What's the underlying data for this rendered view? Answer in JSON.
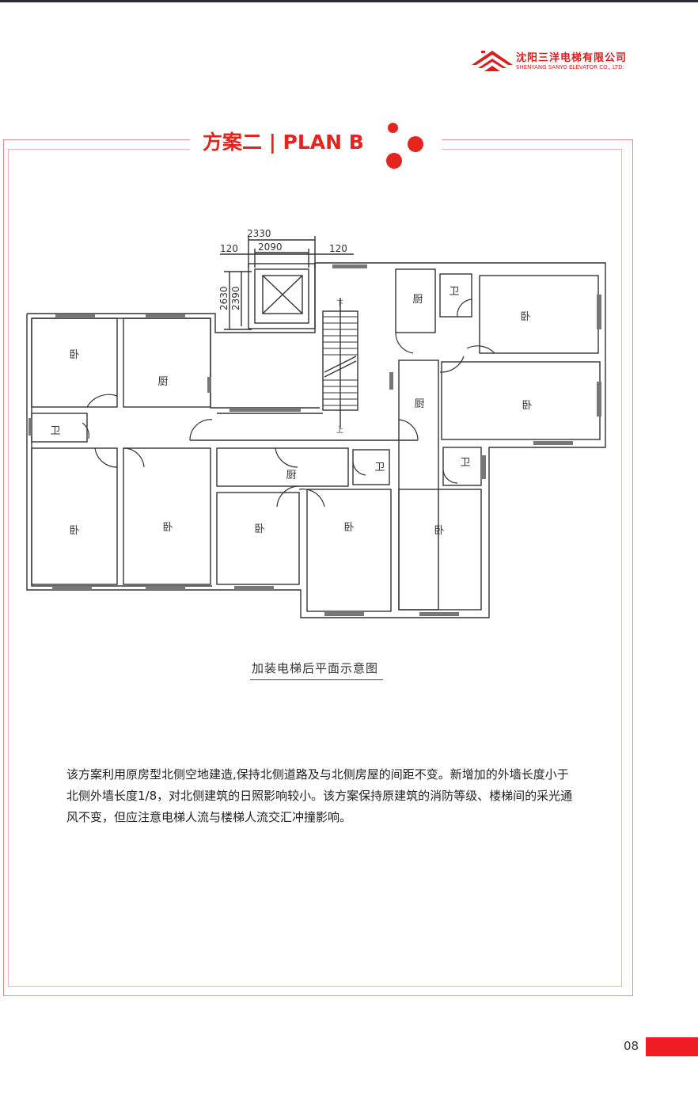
{
  "company": {
    "name_cn": "沈阳三洋电梯有限公司",
    "name_en": "SHENYANG SANYO ELEVATOR CO., LTD.",
    "brand_color": "#d81e1e"
  },
  "heading": {
    "title": "方案二 | PLAN B",
    "accent_color": "#e3241f"
  },
  "plan": {
    "dimensions": {
      "top_total": "2330",
      "top_inner": "2090",
      "top_left_offset": "120",
      "top_right_offset": "120",
      "side_total": "2630",
      "side_inner": "2390"
    },
    "stair_labels": {
      "down": "下",
      "up": "上"
    },
    "room_labels": {
      "bedroom": "卧",
      "kitchen": "厨",
      "toilet": "卫"
    },
    "caption": "加装电梯后平面示意图"
  },
  "description": "该方案利用原房型北侧空地建造,保持北侧道路及与北侧房屋的间距不变。新增加的外墙长度小于北侧外墙长度1/8，对北侧建筑的日照影响较小。该方案保持原建筑的消防等级、楼梯间的采光通风不变，但应注意电梯人流与楼梯人流交汇冲撞影响。",
  "page_number": "08"
}
